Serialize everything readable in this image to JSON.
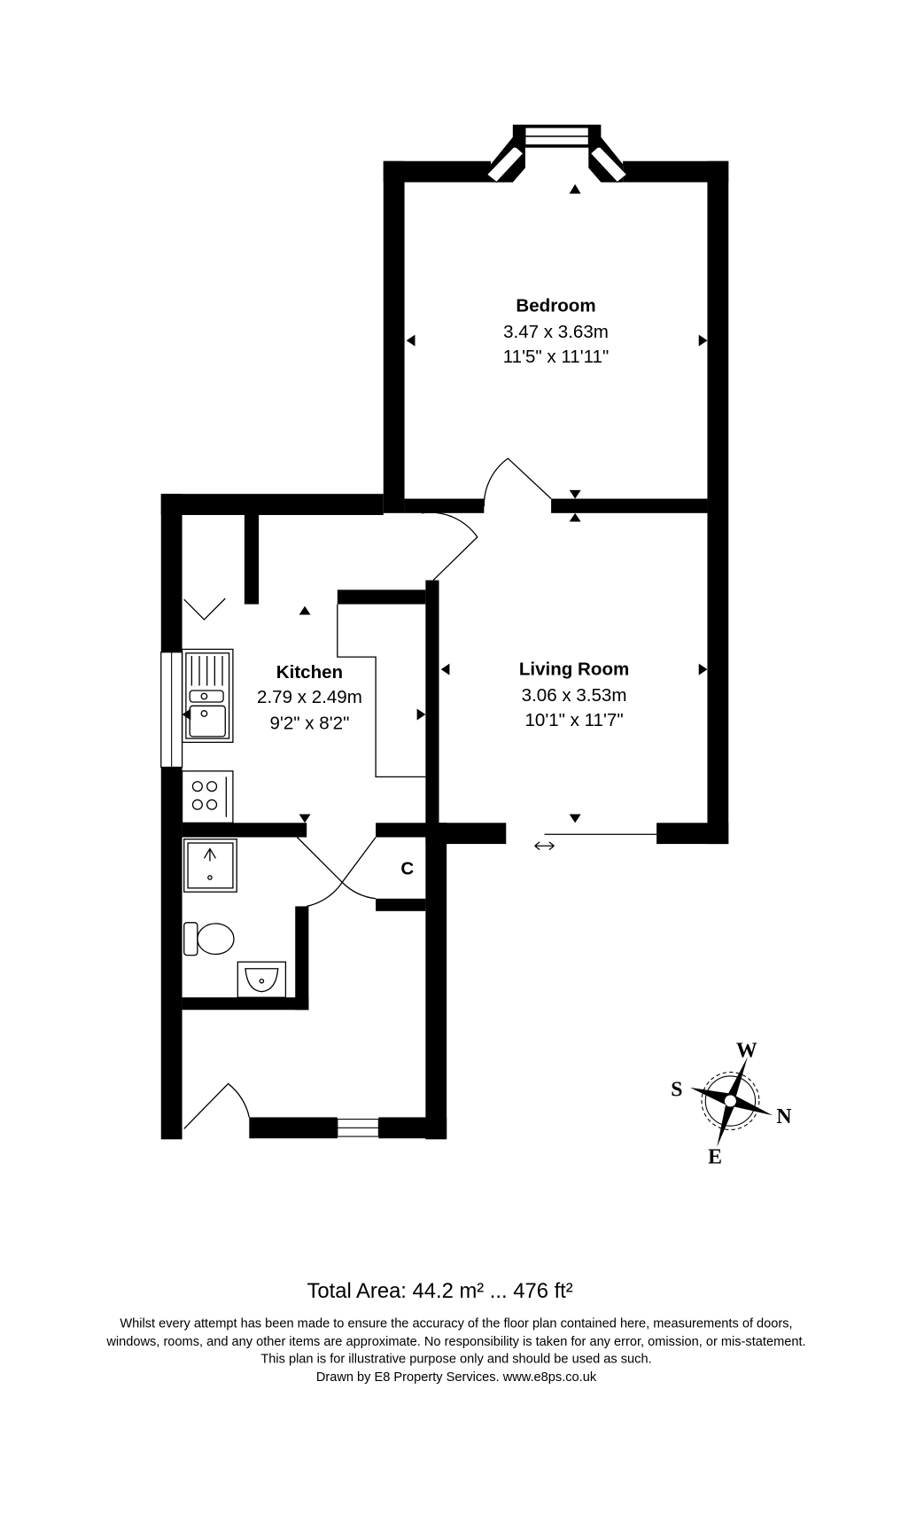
{
  "rooms": {
    "bedroom": {
      "name": "Bedroom",
      "metric": "3.47 x 3.63m",
      "imperial": "11'5\" x 11'11\""
    },
    "living_room": {
      "name": "Living Room",
      "metric": "3.06 x 3.53m",
      "imperial": "10'1\" x 11'7\""
    },
    "kitchen": {
      "name": "Kitchen",
      "metric": "2.79 x 2.49m",
      "imperial": "9'2\" x 8'2\""
    },
    "cupboard": {
      "name": "C"
    }
  },
  "compass": {
    "north": "N",
    "south": "S",
    "east": "E",
    "west": "W"
  },
  "footer": {
    "total_area": "Total Area: 44.2 m² ... 476 ft²",
    "disclaimer_lines": [
      "Whilst every attempt has been made to ensure the accuracy of the floor plan contained here, measurements of doors,",
      "windows, rooms, and any other items are approximate. No responsibility is taken for any error, omission, or mis-statement.",
      "This plan is for illustrative purpose only and should be used as such.",
      "Drawn by E8 Property Services. www.e8ps.co.uk"
    ]
  }
}
